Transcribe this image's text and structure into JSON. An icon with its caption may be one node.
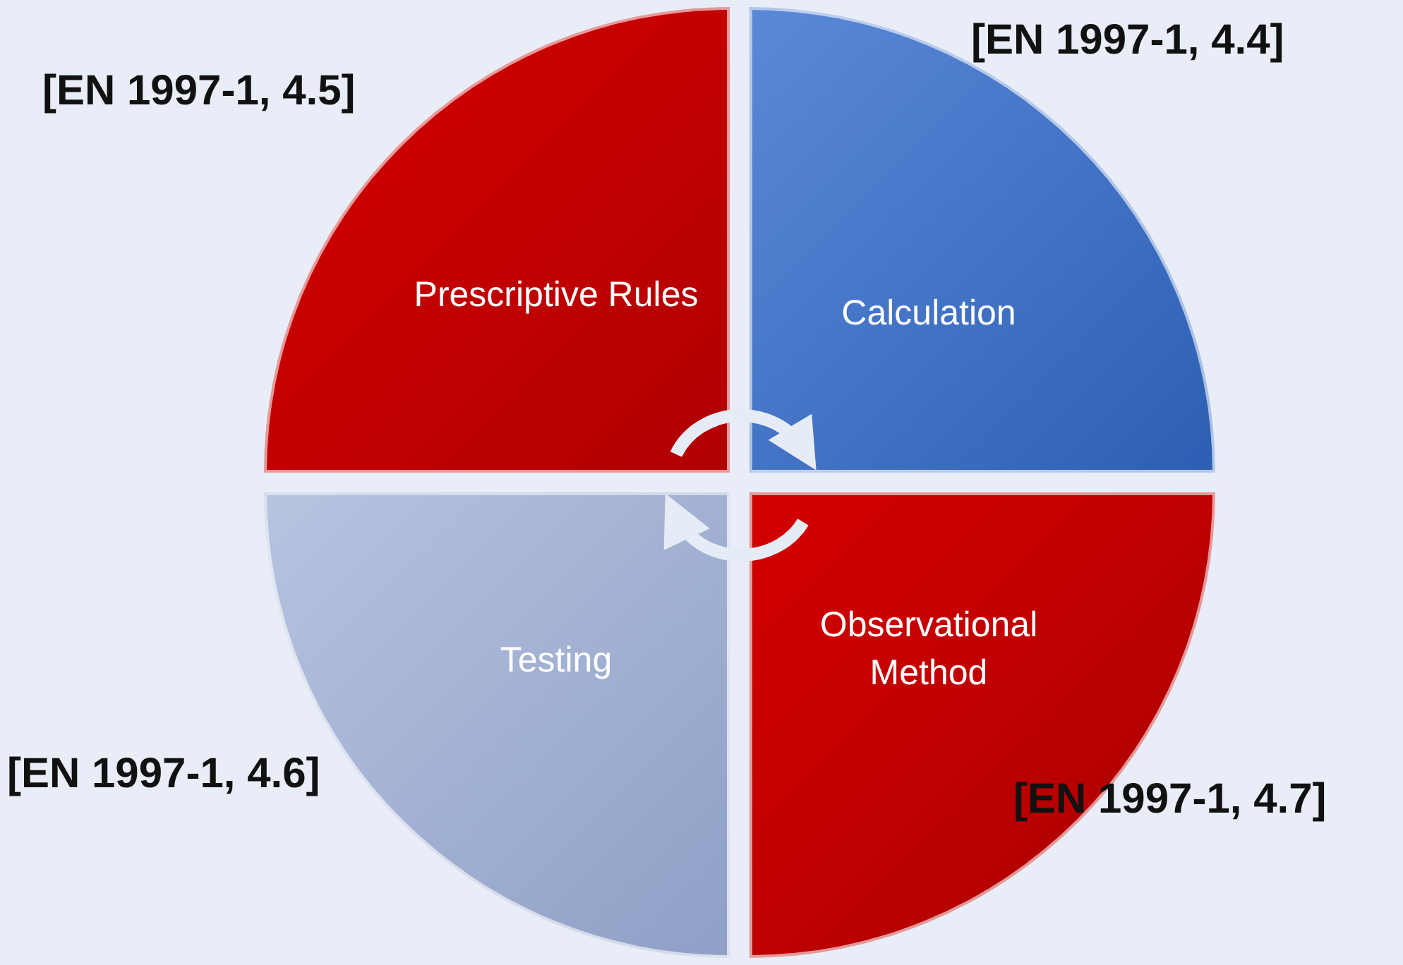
{
  "diagram": {
    "nodes": [
      {
        "text": [
          "Prescriptive Rules"
        ],
        "beside": [
          "[EN 1997-1, 4.5]"
        ]
      },
      {
        "text": [
          "[EN 1997-1, 4.4]",
          "Calculation"
        ]
      },
      {
        "text": [
          "Testing"
        ],
        "beside": [
          "[EN 1997-1, 4.6]"
        ]
      },
      {
        "text": [
          "Observational Method",
          "[EN 1997-1, 4.7]"
        ]
      }
    ],
    "edges": [
      {
        "from": 0,
        "to": 1,
        "arrow": "to"
      },
      {
        "from": 3,
        "to": 2,
        "arrow": "to"
      }
    ]
  }
}
